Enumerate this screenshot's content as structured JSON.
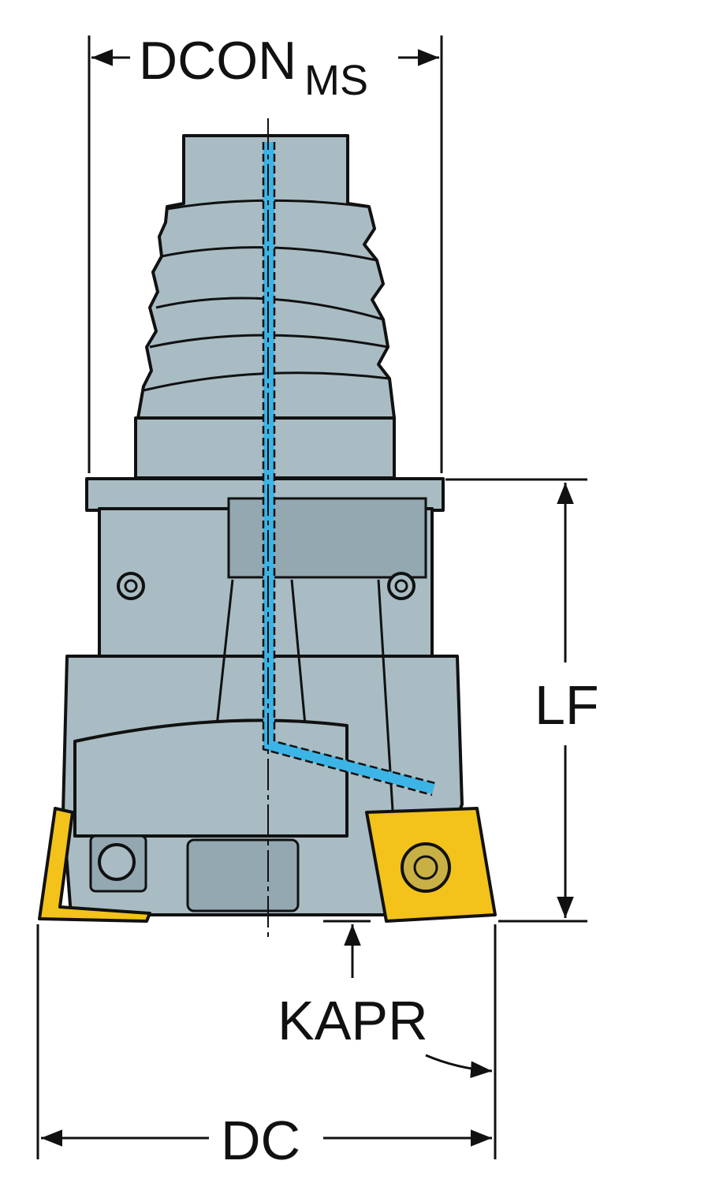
{
  "title": "Milling cutter dimension drawing",
  "labels": {
    "dcon": "DCON",
    "dcon_subscript": "MS",
    "lf": "LF",
    "kapr": "KAPR",
    "dc": "DC"
  },
  "colors": {
    "body": "#a9bcc4",
    "coolant": "#3cb4e6",
    "insert": "#f3c21b",
    "outline": "#111111"
  }
}
